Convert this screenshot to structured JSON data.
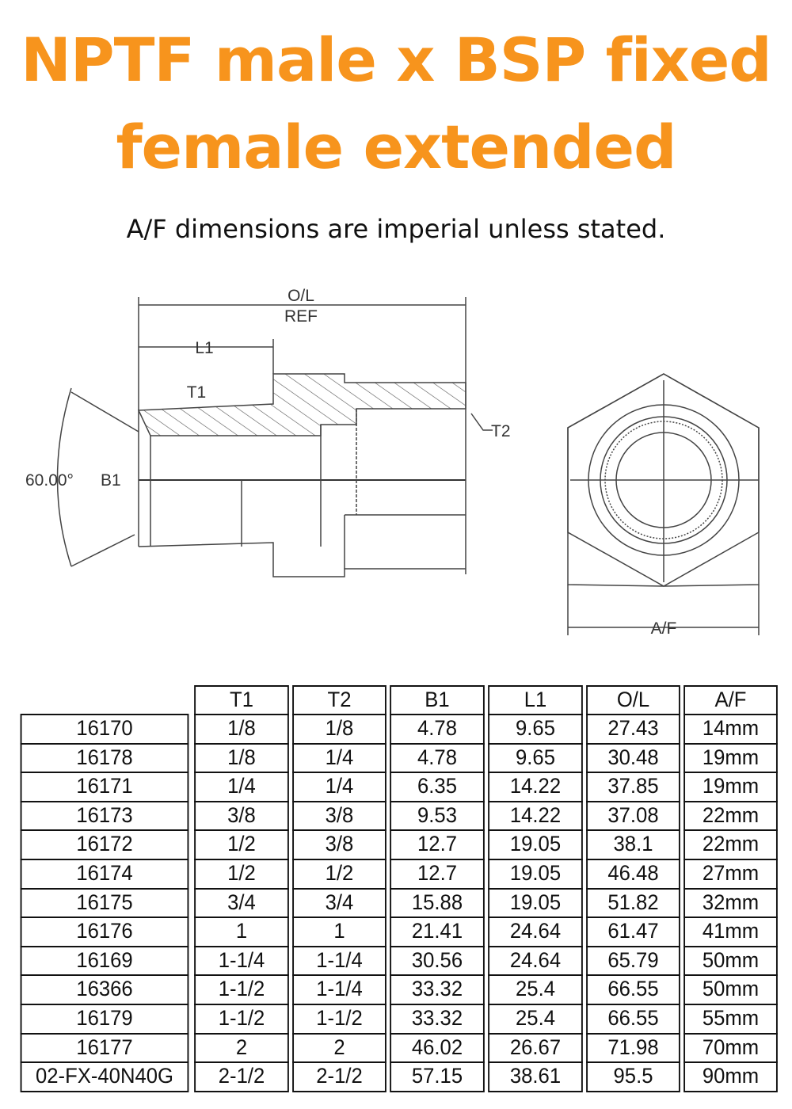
{
  "title_line1": "NPTF male x BSP fixed",
  "title_line2": "female extended",
  "subtitle": "A/F dimensions are imperial unless stated.",
  "accent_color": "#F7941D",
  "drawing": {
    "ol": "O/L",
    "ref": "REF",
    "l1": "L1",
    "t1": "T1",
    "t2": "T2",
    "angle": "60.00°",
    "b1": "B1",
    "af": "A/F"
  },
  "table": {
    "headers": [
      "",
      "T1",
      "T2",
      "B1",
      "L1",
      "O/L",
      "A/F"
    ],
    "rows": [
      [
        "16170",
        "1/8",
        "1/8",
        "4.78",
        "9.65",
        "27.43",
        "14mm"
      ],
      [
        "16178",
        "1/8",
        "1/4",
        "4.78",
        "9.65",
        "30.48",
        "19mm"
      ],
      [
        "16171",
        "1/4",
        "1/4",
        "6.35",
        "14.22",
        "37.85",
        "19mm"
      ],
      [
        "16173",
        "3/8",
        "3/8",
        "9.53",
        "14.22",
        "37.08",
        "22mm"
      ],
      [
        "16172",
        "1/2",
        "3/8",
        "12.7",
        "19.05",
        "38.1",
        "22mm"
      ],
      [
        "16174",
        "1/2",
        "1/2",
        "12.7",
        "19.05",
        "46.48",
        "27mm"
      ],
      [
        "16175",
        "3/4",
        "3/4",
        "15.88",
        "19.05",
        "51.82",
        "32mm"
      ],
      [
        "16176",
        "1",
        "1",
        "21.41",
        "24.64",
        "61.47",
        "41mm"
      ],
      [
        "16169",
        "1-1/4",
        "1-1/4",
        "30.56",
        "24.64",
        "65.79",
        "50mm"
      ],
      [
        "16366",
        "1-1/2",
        "1-1/4",
        "33.32",
        "25.4",
        "66.55",
        "50mm"
      ],
      [
        "16179",
        "1-1/2",
        "1-1/2",
        "33.32",
        "25.4",
        "66.55",
        "55mm"
      ],
      [
        "16177",
        "2",
        "2",
        "46.02",
        "26.67",
        "71.98",
        "70mm"
      ],
      [
        "02-FX-40N40G",
        "2-1/2",
        "2-1/2",
        "57.15",
        "38.61",
        "95.5",
        "90mm"
      ]
    ]
  }
}
